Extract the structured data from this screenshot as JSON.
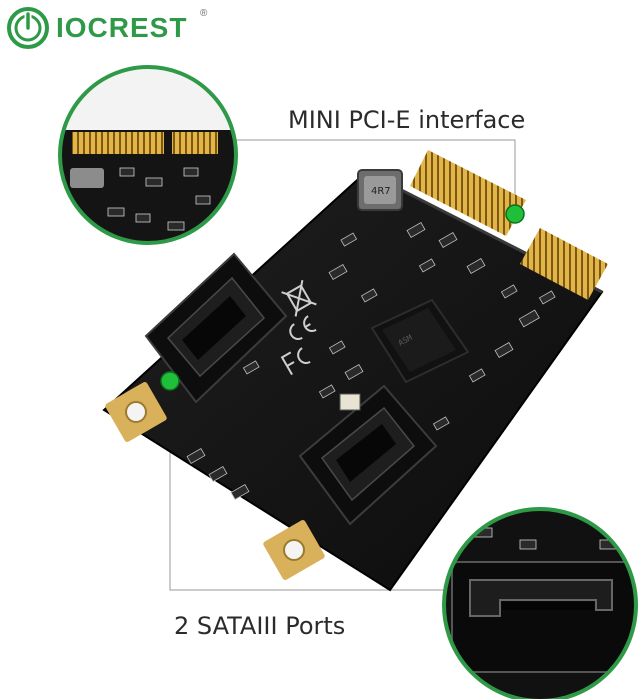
{
  "brand": {
    "name": "IOCREST",
    "registered_mark": "®",
    "color": "#2e9a47"
  },
  "callouts": {
    "interface_label": "MINI PCI-E interface",
    "ports_label": "2 SATAIII Ports",
    "marker_color": "#1fbf3a",
    "ring_color": "#2e9a47"
  },
  "board": {
    "pcb_color": "#151515",
    "gold_color": "#d7a636",
    "inductor_marking": "4R7",
    "chip_marking": "ASM"
  }
}
